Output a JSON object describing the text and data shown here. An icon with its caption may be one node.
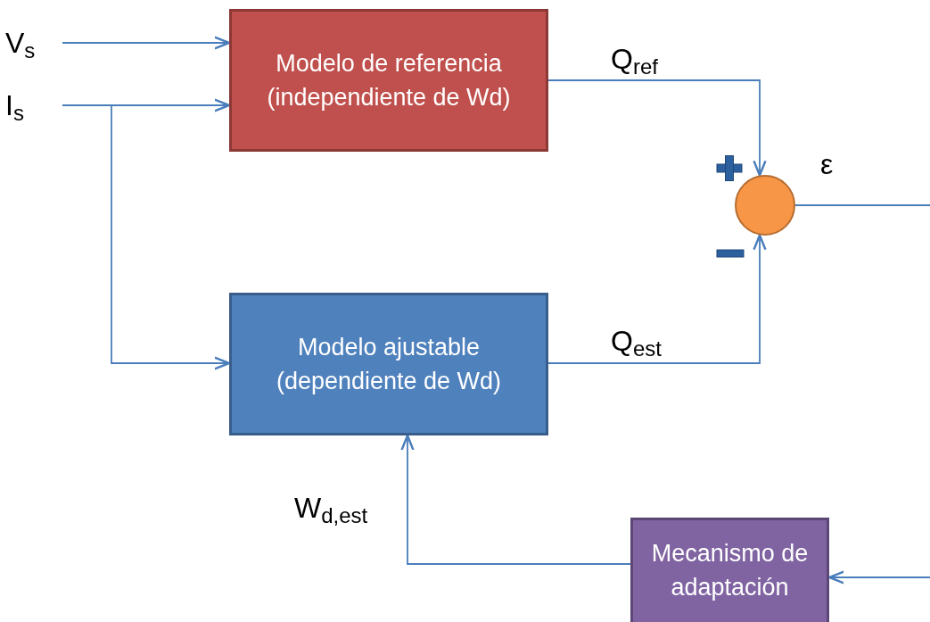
{
  "diagram": {
    "nodes": [
      {
        "text": [
          "V$_{s}$"
        ]
      },
      {
        "text": [
          "I$_{s}$"
        ]
      },
      {
        "text": [
          "Modelo de referencia (independiente de Wd)"
        ]
      },
      {
        "text": [
          "Modelo ajustable (dependiente de Wd)"
        ]
      },
      {
        "text": [],
        "shape": "circle"
      },
      {
        "text": [
          "Mecanismo de adaptación"
        ]
      }
    ],
    "edges": [
      {
        "from": 0,
        "to": 2,
        "arrow": "to"
      },
      {
        "from": 1,
        "to": 2,
        "arrow": "to"
      },
      {
        "from": 1,
        "to": 3,
        "arrow": "to"
      },
      {
        "from": 2,
        "to": 4,
        "arrow": "to",
        "label": "Q$_{ref}$"
      },
      {
        "from": 3,
        "to": 4,
        "arrow": "to",
        "label": "Q$_{est}$"
      },
      {
        "from": 4,
        "to": null,
        "arrow": "none",
        "label": "ε"
      },
      {
        "from": null,
        "to": 5,
        "arrow": "to"
      },
      {
        "from": 5,
        "to": 3,
        "arrow": "to",
        "label": "W$_{d,est}$"
      }
    ]
  }
}
